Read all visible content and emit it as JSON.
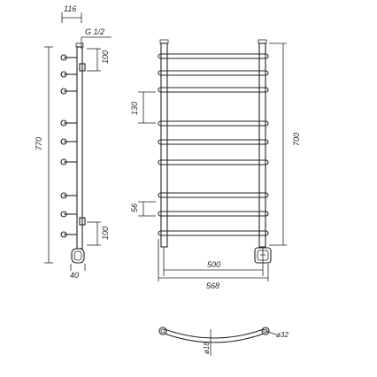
{
  "side_view": {
    "top_width": "116",
    "connection": "G 1/2",
    "top_offset": "100",
    "height": "770",
    "bottom_offset": "100",
    "depth": "40"
  },
  "front_view": {
    "step_upper": "130",
    "step_lower": "56",
    "rail_height": "700",
    "center_width": "500",
    "overall_width": "568"
  },
  "top_view": {
    "tube_diameter": "ø18",
    "post_diameter": "ø32"
  },
  "colors": {
    "line": "#222222",
    "background": "#ffffff"
  }
}
